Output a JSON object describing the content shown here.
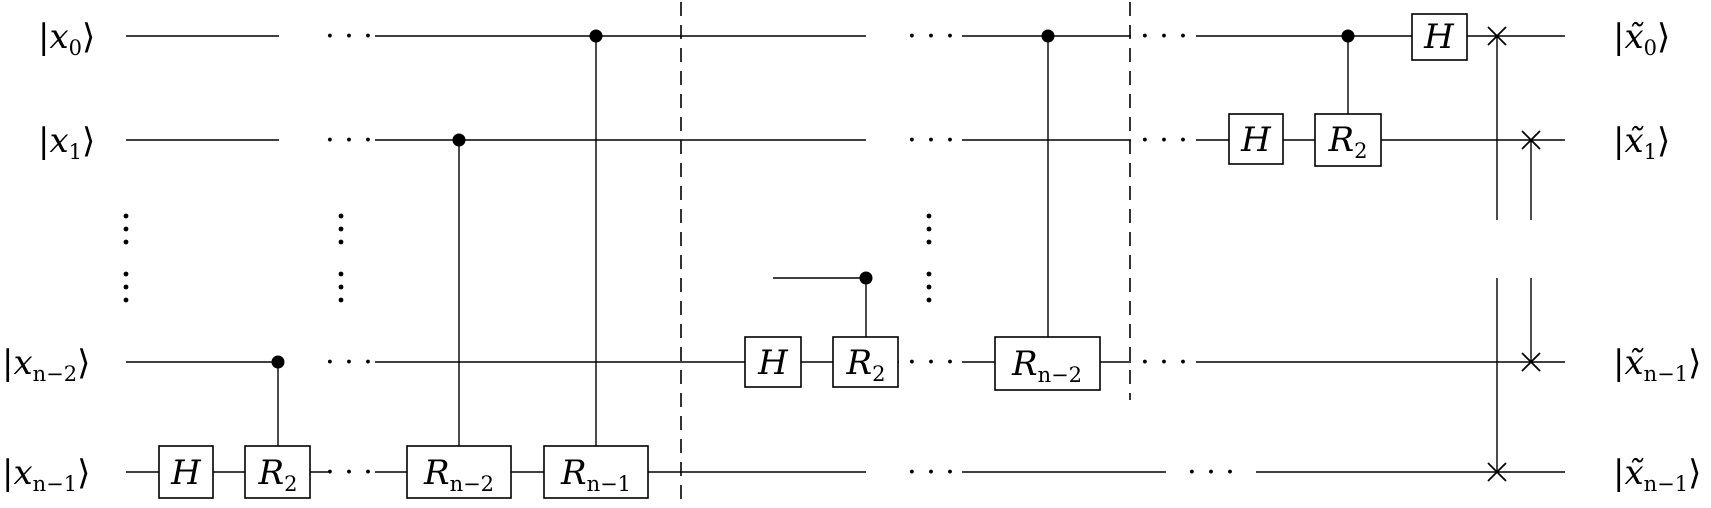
{
  "input_labels": [
    "|x0⟩",
    "|x1⟩",
    "|xn−2⟩",
    "|xn−1⟩"
  ],
  "output_labels": [
    "|x̃0⟩",
    "|x̃1⟩",
    "|x̃n−1⟩",
    "|x̃n−1⟩"
  ],
  "gate_labels": {
    "hadamard": "H",
    "r2": "R2",
    "r_n_minus_2": "Rn−2",
    "r_n_minus_1": "Rn−1"
  },
  "ellipsis_text": "· · ·",
  "stages": [
    {
      "name": "stage-1",
      "gates": [
        "H on |xn−1⟩",
        "R2 controlled by |xn−2⟩",
        "Rn−2 controlled by |x1⟩",
        "Rn−1 controlled by |x0⟩"
      ]
    },
    {
      "name": "stage-2",
      "gates": [
        "H on |xn−2⟩",
        "R2",
        "Rn−2 controlled by |x0⟩"
      ]
    },
    {
      "name": "stage-3",
      "gates": [
        "H on |x1⟩",
        "R2 controlled by |x0⟩",
        "H on |x0⟩",
        "swap |x0⟩↔|xn−1⟩",
        "swap |x1⟩↔|xn−2⟩"
      ]
    }
  ]
}
